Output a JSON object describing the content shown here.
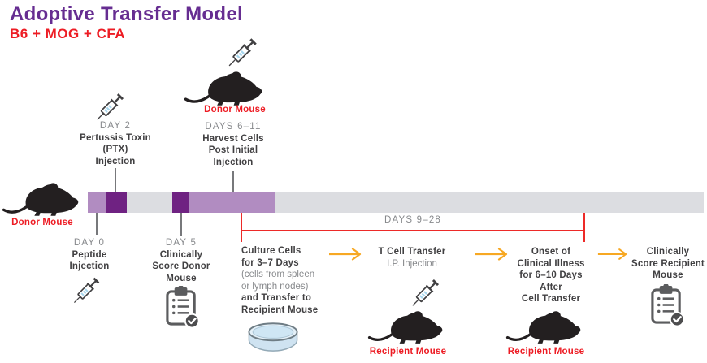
{
  "header": {
    "title": "Adoptive Transfer Model",
    "subtitle": "B6 + MOG + CFA"
  },
  "timeline": {
    "day2": {
      "day": "DAY 2",
      "l1": "Pertussis Toxin",
      "l2": "(PTX)",
      "l3": "Injection"
    },
    "days611": {
      "day": "DAYS 6–11",
      "l1": "Harvest Cells",
      "l2": "Post Initial",
      "l3": "Injection"
    },
    "day0": {
      "day": "DAY 0",
      "l1": "Peptide",
      "l2": "Injection"
    },
    "day5": {
      "day": "DAY 5",
      "l1": "Clinically",
      "l2": "Score Donor",
      "l3": "Mouse"
    },
    "bracket_label": "DAYS 9–28"
  },
  "captions": {
    "donor_mouse": "Donor Mouse",
    "recipient_mouse": "Recipient Mouse"
  },
  "flow": {
    "culture": {
      "b1": "Culture Cells",
      "b2": "for 3–7 Days",
      "g1": "(cells from spleen",
      "g2": "or lymph nodes)",
      "b3": "and Transfer to",
      "b4": "Recipient Mouse"
    },
    "tcell": {
      "title": "T Cell Transfer",
      "sub": "I.P. Injection"
    },
    "onset": {
      "l1": "Onset of",
      "l2": "Clinical Illness",
      "l3": "for 6–10 Days",
      "l4": "After",
      "l5": "Cell Transfer"
    },
    "score": {
      "l1": "Clinically",
      "l2": "Score Recipient",
      "l3": "Mouse"
    }
  },
  "icons": {
    "syringe": "syringe-icon",
    "mouse": "mouse-icon",
    "clipboard_check": "clipboard-check-icon",
    "petri_dish": "petri-dish-icon",
    "flow_arrow": "arrow-right-icon"
  },
  "colors": {
    "title_purple": "#662d91",
    "accent_red": "#ed1c24",
    "dark_text": "#414042",
    "gray_text": "#87898c",
    "bar_gray": "#dcdde1",
    "segment_light_purple": "#b18cc1",
    "segment_dark_purple": "#6f2282",
    "arrow_gold": "#f7a823"
  }
}
